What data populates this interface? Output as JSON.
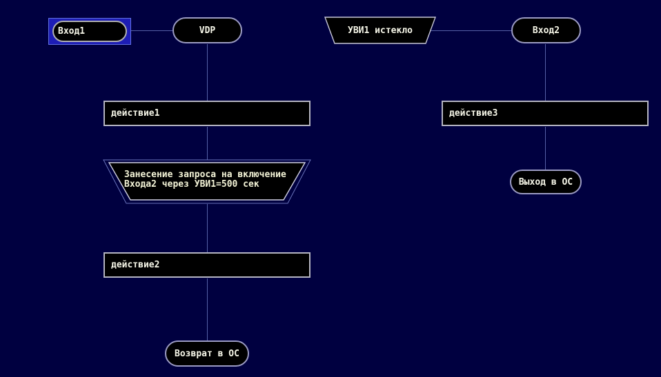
{
  "diagram": {
    "background": "#000040",
    "connector_color": "#5661a7",
    "colors": {
      "node_fill": "#000000",
      "stadium_border": "#9c9cc4",
      "rect_border": "#b6b6c2",
      "trapezoid_border": "#c9c9d9",
      "double_trapezoid_outer": "#6a74bc",
      "double_trapezoid_inner": "#d2d2e2",
      "text": "#f8f8ea",
      "selection_fill": "#1d1db5",
      "selection_border": "#6272e2"
    },
    "nodes": {
      "vhod1": "Вход1",
      "vdp": "VDP",
      "uvi1": "УВИ1 истекло",
      "vhod2": "Вход2",
      "deystvie1": "действие1",
      "deystvie3": "действие3",
      "request_line1": "Занесение запроса на включение",
      "request_line2": "Входа2 через УВИ1=500 сек",
      "deystvie2": "действие2",
      "vozvrat": "Возврат в ОС",
      "vyhod": "Выход в ОС"
    }
  }
}
